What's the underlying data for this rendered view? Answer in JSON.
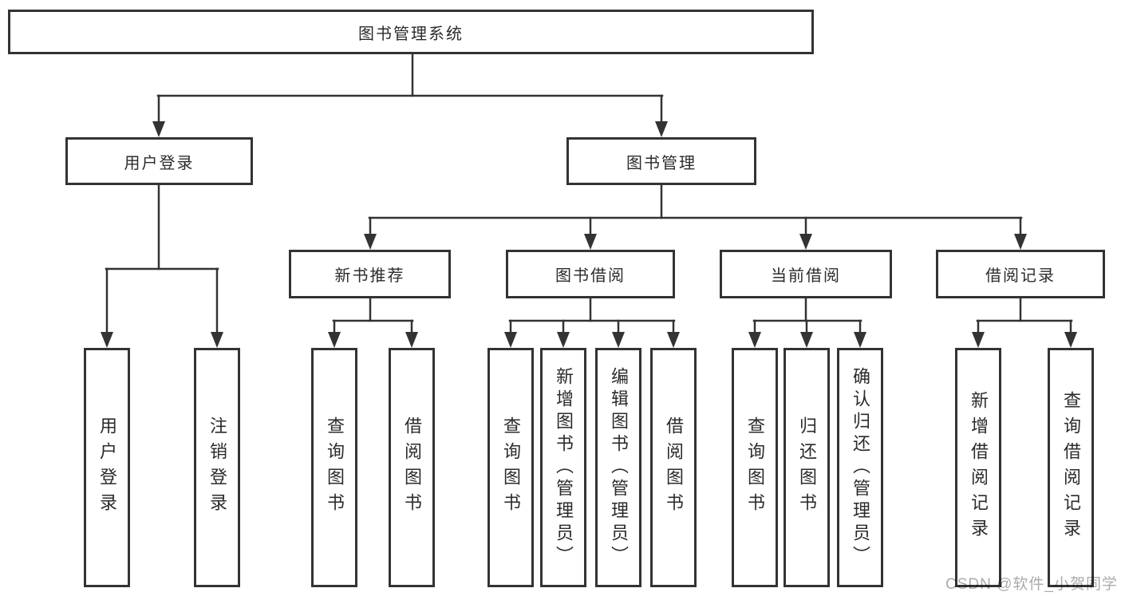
{
  "diagram": {
    "root": {
      "label": "图书管理系统"
    },
    "branches": [
      {
        "label": "用户登录",
        "children": [
          {
            "label": "用户登录"
          },
          {
            "label": "注销登录"
          }
        ]
      },
      {
        "label": "图书管理",
        "children": [
          {
            "label": "新书推荐",
            "children": [
              {
                "label": "查询图书"
              },
              {
                "label": "借阅图书"
              }
            ]
          },
          {
            "label": "图书借阅",
            "children": [
              {
                "label": "查询图书"
              },
              {
                "label": "新增图书（管理员）"
              },
              {
                "label": "编辑图书（管理员）"
              },
              {
                "label": "借阅图书"
              }
            ]
          },
          {
            "label": "当前借阅",
            "children": [
              {
                "label": "查询图书"
              },
              {
                "label": "归还图书"
              },
              {
                "label": "确认归还（管理员）"
              }
            ]
          },
          {
            "label": "借阅记录",
            "children": [
              {
                "label": "新增借阅记录"
              },
              {
                "label": "查询借阅记录"
              }
            ]
          }
        ]
      }
    ]
  },
  "watermark": {
    "text": "CSDN @软件_小贺同学"
  },
  "colors": {
    "line": "#333333",
    "box_border": "#333333",
    "text": "#2b2b2b",
    "watermark": "#ababab",
    "background": "#ffffff"
  }
}
